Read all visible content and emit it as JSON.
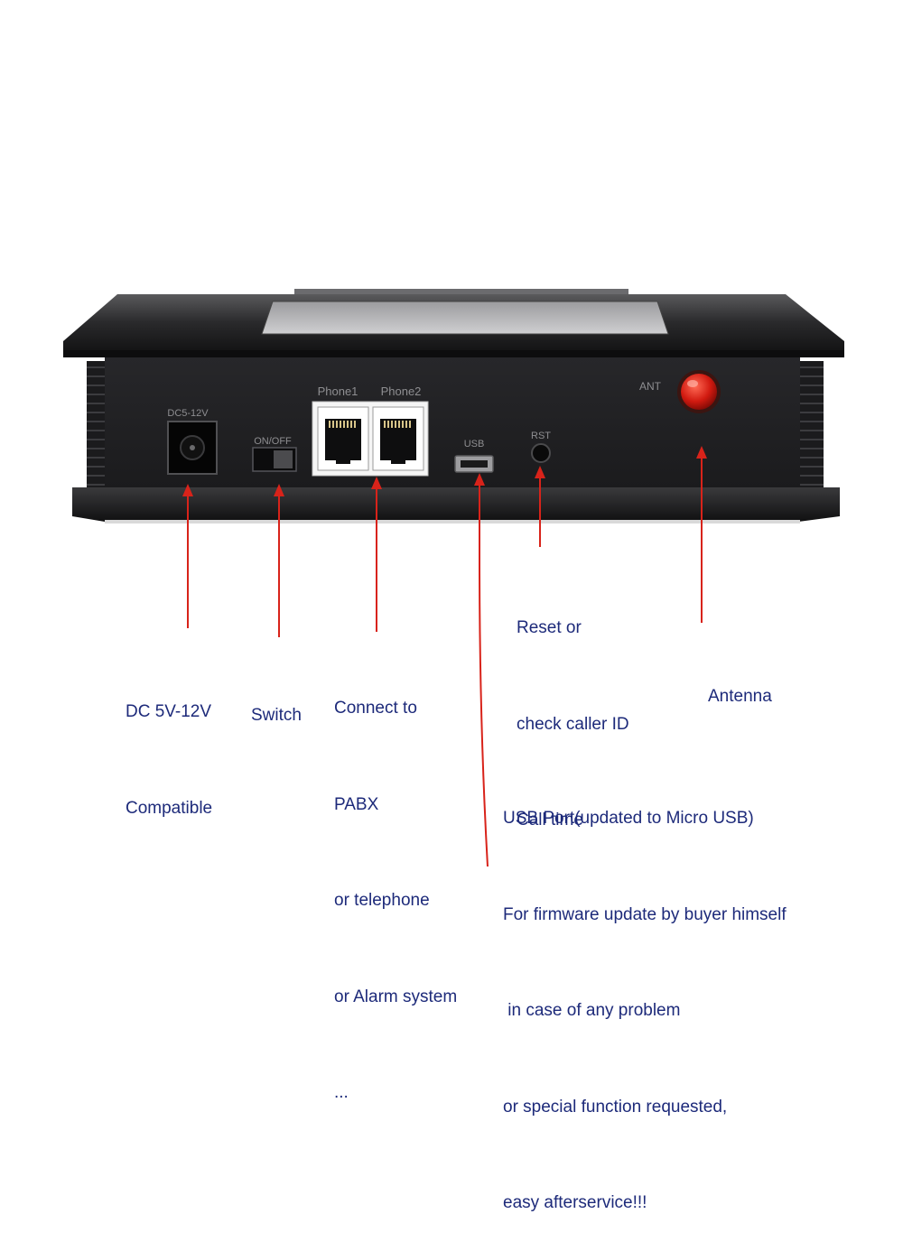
{
  "colors": {
    "label_text": "#1d2a7a",
    "pointer_line": "#d8231a",
    "device_body": "#1f1f21",
    "antenna_cap": "#c8170f"
  },
  "device": {
    "panel_labels": {
      "dc": "DC5-12V",
      "switch": "ON/OFF",
      "phone1": "Phone1",
      "phone2": "Phone2",
      "usb": "USB",
      "reset": "RST",
      "antenna": "ANT"
    }
  },
  "callouts": {
    "dc": [
      "DC 5V-12V",
      "Compatible"
    ],
    "switch": [
      "Switch"
    ],
    "phone": [
      "Connect to",
      "PABX",
      "or telephone",
      "or Alarm system",
      "..."
    ],
    "reset": [
      "Reset or",
      "check caller ID",
      "Call time"
    ],
    "antenna": [
      "Antenna"
    ],
    "usb": [
      "USB Port(updated to Micro USB)",
      "For firmware update by buyer himself",
      " in case of any problem",
      "or special function requested,",
      "easy afterservice!!!"
    ]
  }
}
